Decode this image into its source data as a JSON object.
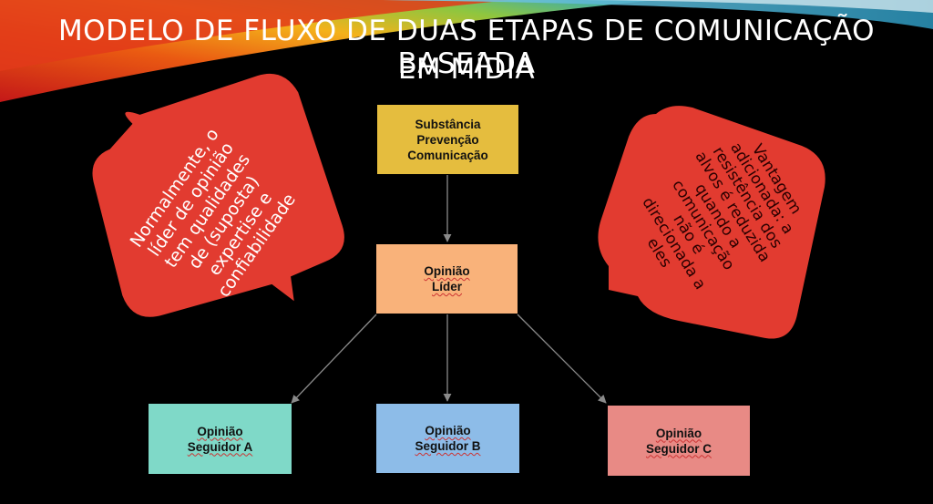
{
  "title": {
    "line1": "MODELO DE FLUXO DE DUAS ETAPAS DE COMUNICAÇÃO BASEADA",
    "line2": "EM MÍDIA"
  },
  "nodes": {
    "source": {
      "lines": [
        "Substância",
        "Prevenção",
        "Comunicação"
      ],
      "color": "#e5bd3e"
    },
    "leader": {
      "lines": [
        "Opinião",
        "Líder"
      ],
      "color": "#f9b27a"
    },
    "follower_a": {
      "lines": [
        "Opinião",
        "Seguidor A"
      ],
      "color": "#7fd9c8"
    },
    "follower_b": {
      "lines": [
        "Opinião",
        "Seguidor B"
      ],
      "color": "#8dbce8"
    },
    "follower_c": {
      "lines": [
        "Opinião",
        "Seguidor C"
      ],
      "color": "#e88a85"
    }
  },
  "callouts": {
    "left": {
      "lines": [
        "Normalmente, o",
        "líder de opinião",
        "tem qualidades",
        "de (suposta)",
        "expertise e",
        "confiabilidade"
      ]
    },
    "right": {
      "lines": [
        "Vantagem",
        "adicionada: a",
        "resistência dos",
        "alvos é reduzida",
        "quando a",
        "comunicação",
        "não é",
        "direcionada a",
        "eles"
      ]
    }
  },
  "colors": {
    "background": "#000000",
    "callout": "#e33a30",
    "arrow": "#8a8a8a"
  }
}
